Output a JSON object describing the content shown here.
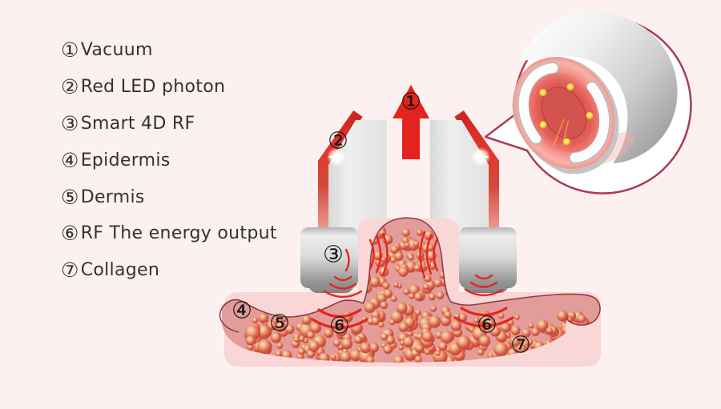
{
  "scene": {
    "colors": {
      "background": "#fcf1f0",
      "text": "#333333",
      "arrow_red": "#e5231e",
      "wave_red": "#e8241c",
      "bubble_border": "#a83a5d",
      "skin_pink": "#f8d7d6",
      "dermis_pink": "#e29c9a",
      "dermis_outline": "#8a2e38",
      "collagen_red": "#c03a2d",
      "device_silver": "#e6e6e6",
      "led_yellow": "#ffe14a"
    }
  },
  "legend": {
    "items": [
      {
        "marker": "①",
        "label": "Vacuum"
      },
      {
        "marker": "②",
        "label": "Red LED photon"
      },
      {
        "marker": "③",
        "label": "Smart 4D RF"
      },
      {
        "marker": "④",
        "label": "Epidermis"
      },
      {
        "marker": "⑤",
        "label": "Dermis"
      },
      {
        "marker": "⑥",
        "label": "RF The energy output"
      },
      {
        "marker": "⑦",
        "label": "Collagen"
      }
    ]
  },
  "diagram": {
    "markers": {
      "vacuum": "①",
      "red_led": "②",
      "smart_rf": "③",
      "epidermis": "④",
      "dermis": "⑤",
      "energy_left": "⑥",
      "energy_right": "⑥",
      "collagen": "⑦"
    }
  }
}
